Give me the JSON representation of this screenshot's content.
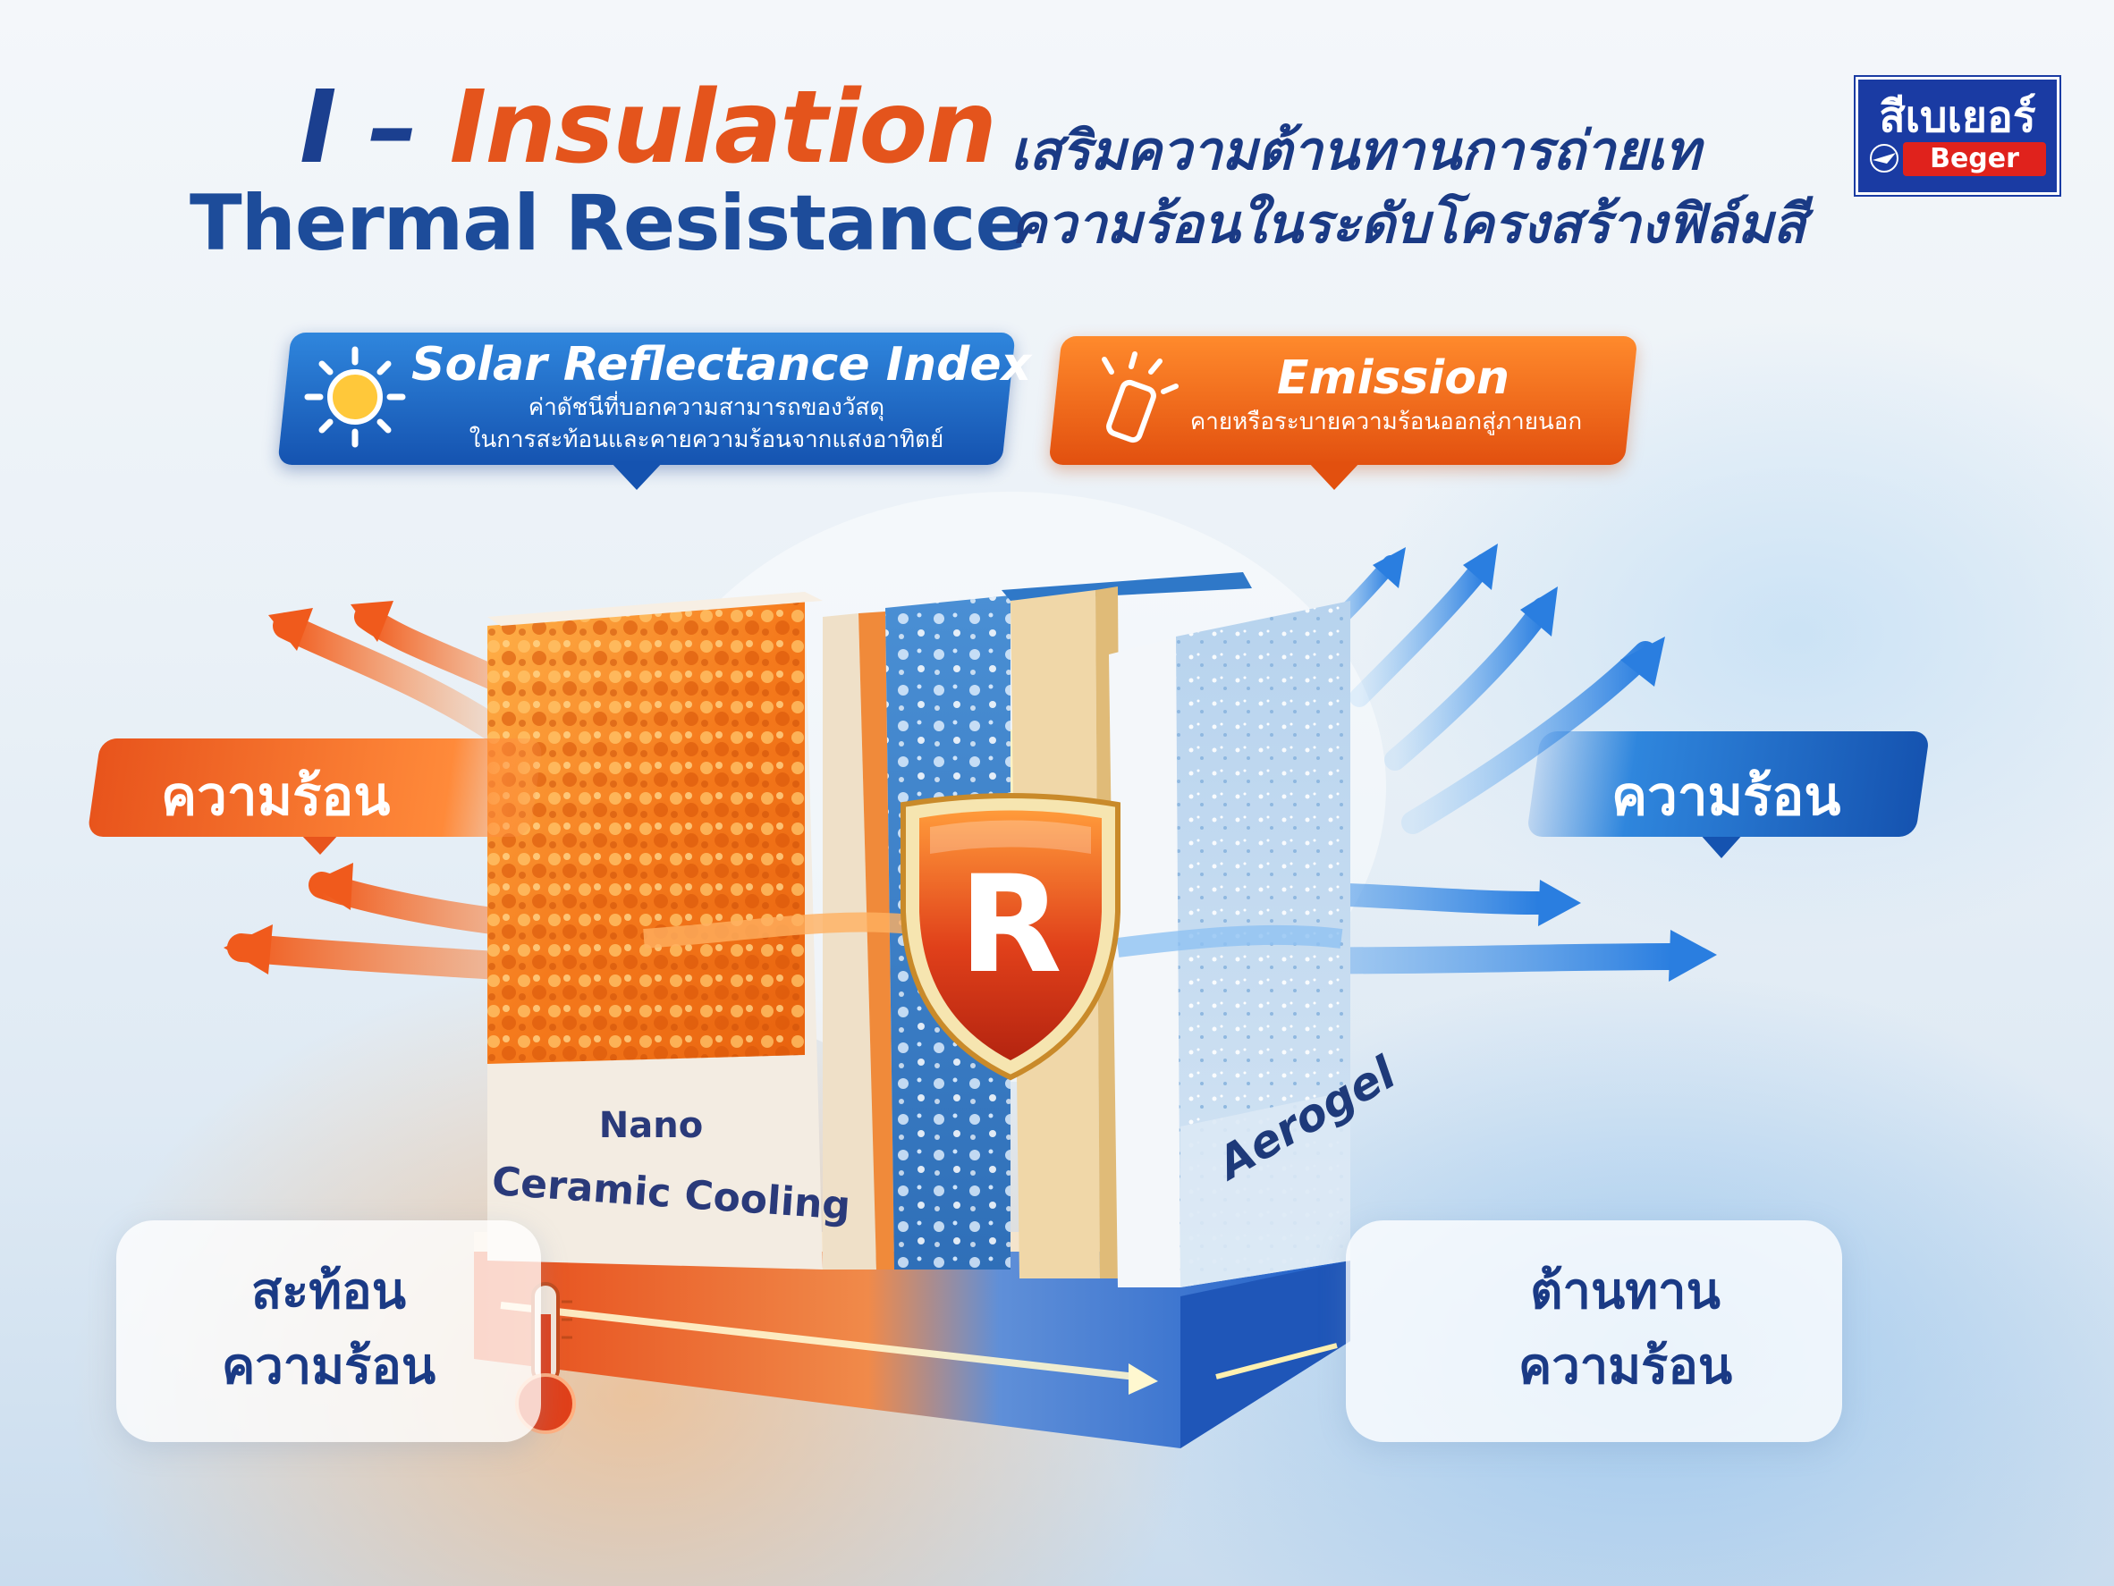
{
  "header": {
    "title_part1": "I – ",
    "title_part2": "Insulation",
    "subtitle": "Thermal Resistance",
    "thai_line1": "เสริมความต้านทานการถ่ายเท",
    "thai_line2": "ความร้อนในระดับโครงสร้างฟิล์มสี"
  },
  "logo": {
    "thai": "สีเบเยอร์",
    "brand": "Beger"
  },
  "callouts": {
    "solar": {
      "title": "Solar Reflectance Index",
      "line1": "ค่าดัชนีที่บอกความสามารถของวัสดุ",
      "line2": "ในการสะท้อนและคายความร้อนจากแสงอาทิตย์",
      "icon": "sun-icon"
    },
    "emission": {
      "title": "Emission",
      "line1": "คายหรือระบายความร้อนออกสู่ภายนอก",
      "icon": "radiating-wave-icon"
    }
  },
  "heat_tags": {
    "left": "ความร้อน",
    "right": "ความร้อน"
  },
  "layers": {
    "left": [
      "Nano",
      "Ceramic Cooling"
    ],
    "right": "Aerogel",
    "shield_letter": "R"
  },
  "panels": {
    "left": [
      "สะท้อน",
      "ความร้อน"
    ],
    "right": [
      "ต้านทาน",
      "ความร้อน"
    ]
  },
  "colors": {
    "navy": "#1b3f8f",
    "orange": "#e4541c",
    "blue": "#2f86dd",
    "red_brand": "#e0221c"
  }
}
